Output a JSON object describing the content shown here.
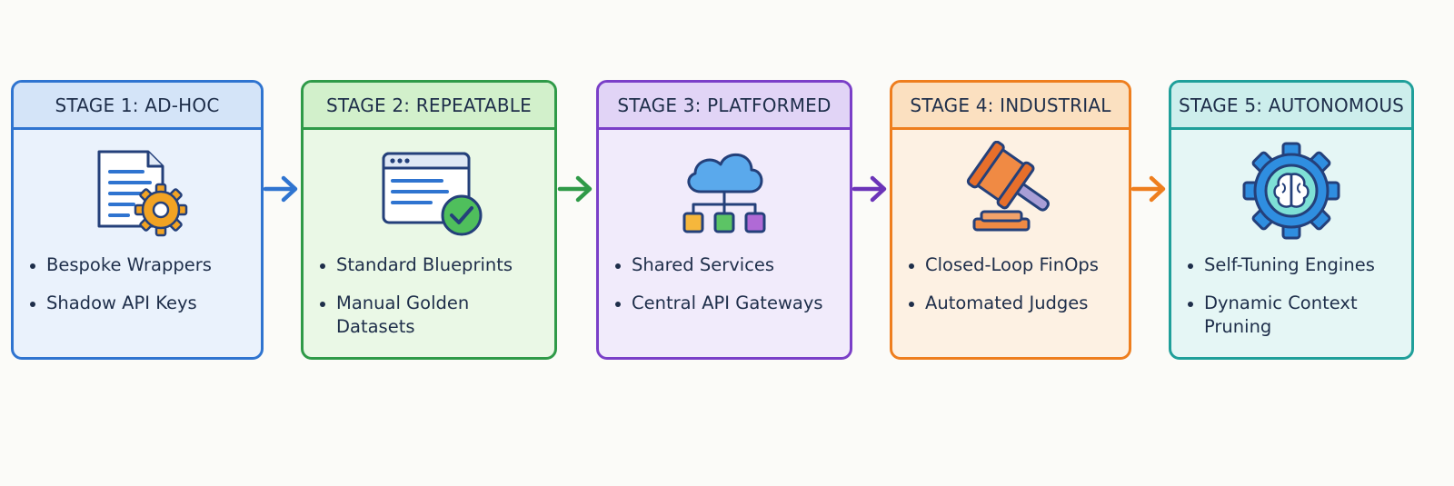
{
  "stages": [
    {
      "title": "STAGE 1:  AD-HOC",
      "icon": "document-gear-icon",
      "bullets": [
        "Bespoke Wrappers",
        "Shadow API Keys"
      ],
      "color": "#2f74d0"
    },
    {
      "title": "STAGE 2:  REPEATABLE",
      "icon": "browser-checkmark-icon",
      "bullets": [
        "Standard Blueprints",
        "Manual Golden Datasets"
      ],
      "color": "#2f9a48"
    },
    {
      "title": "STAGE 3:  PLATFORMED",
      "icon": "cloud-network-icon",
      "bullets": [
        "Shared Services",
        "Central API Gateways"
      ],
      "color": "#7a3fc8"
    },
    {
      "title": "STAGE 4:  INDUSTRIAL",
      "icon": "gavel-icon",
      "bullets": [
        "Closed-Loop FinOps",
        "Automated Judges"
      ],
      "color": "#ee7e1e"
    },
    {
      "title": "STAGE 5:  AUTONOMOUS",
      "icon": "brain-gear-icon",
      "bullets": [
        "Self-Tuning Engines",
        "Dynamic Context Pruning"
      ],
      "color": "#1f9f9a"
    }
  ],
  "arrows": [
    {
      "icon": "arrow-right-icon",
      "color": "#2f74d0"
    },
    {
      "icon": "arrow-right-icon",
      "color": "#2f9a48"
    },
    {
      "icon": "arrow-right-icon",
      "color": "#6b34b8"
    },
    {
      "icon": "arrow-right-icon",
      "color": "#ee7e1e"
    }
  ]
}
